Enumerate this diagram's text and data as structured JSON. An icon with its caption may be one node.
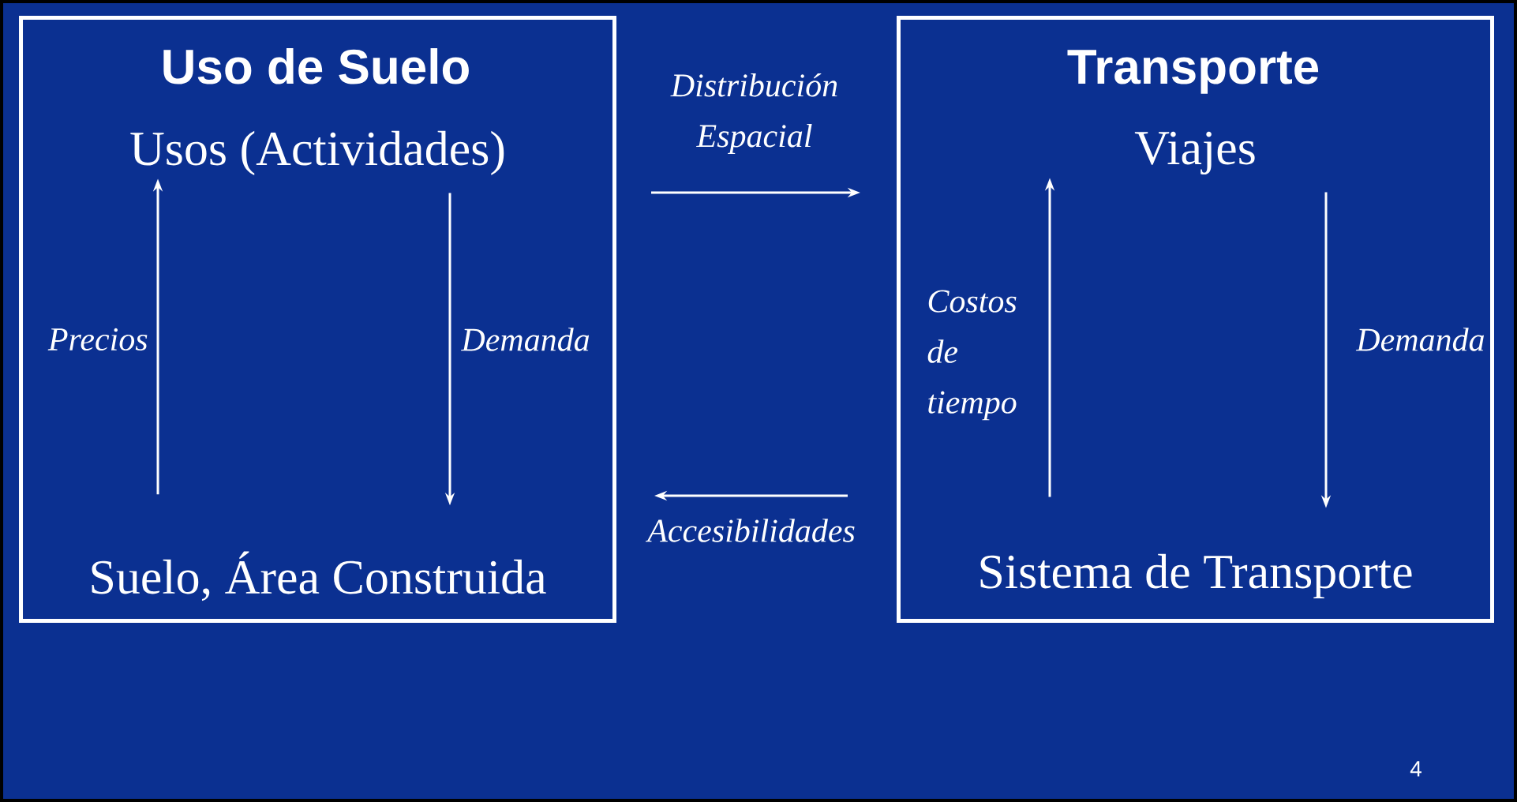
{
  "diagram": {
    "nodes": [
      {
        "text": [
          "Uso de Suelo"
        ]
      },
      {
        "text": [
          "Usos (Actividades)"
        ],
        "in": 0
      },
      {
        "text": [
          "Suelo, Área Construida"
        ],
        "in": 0
      },
      {
        "text": [
          "Transporte"
        ]
      },
      {
        "text": [
          "Viajes"
        ],
        "in": 3
      },
      {
        "text": [
          "Sistema de Transporte"
        ],
        "in": 3
      }
    ],
    "edges": [
      {
        "from": 2,
        "to": 1,
        "arrow": "to",
        "label": "Precios"
      },
      {
        "from": 1,
        "to": 2,
        "arrow": "to",
        "label": "Demanda"
      },
      {
        "from": 0,
        "to": 3,
        "arrow": "to",
        "label": "Distribución Espacial"
      },
      {
        "from": 3,
        "to": 0,
        "arrow": "to",
        "label": "Accesibilidades"
      },
      {
        "from": 5,
        "to": 4,
        "arrow": "to",
        "label": "Costos de tiempo"
      },
      {
        "from": 4,
        "to": 5,
        "arrow": "to",
        "label": "Demanda"
      }
    ],
    "labels": [
      "4"
    ]
  }
}
